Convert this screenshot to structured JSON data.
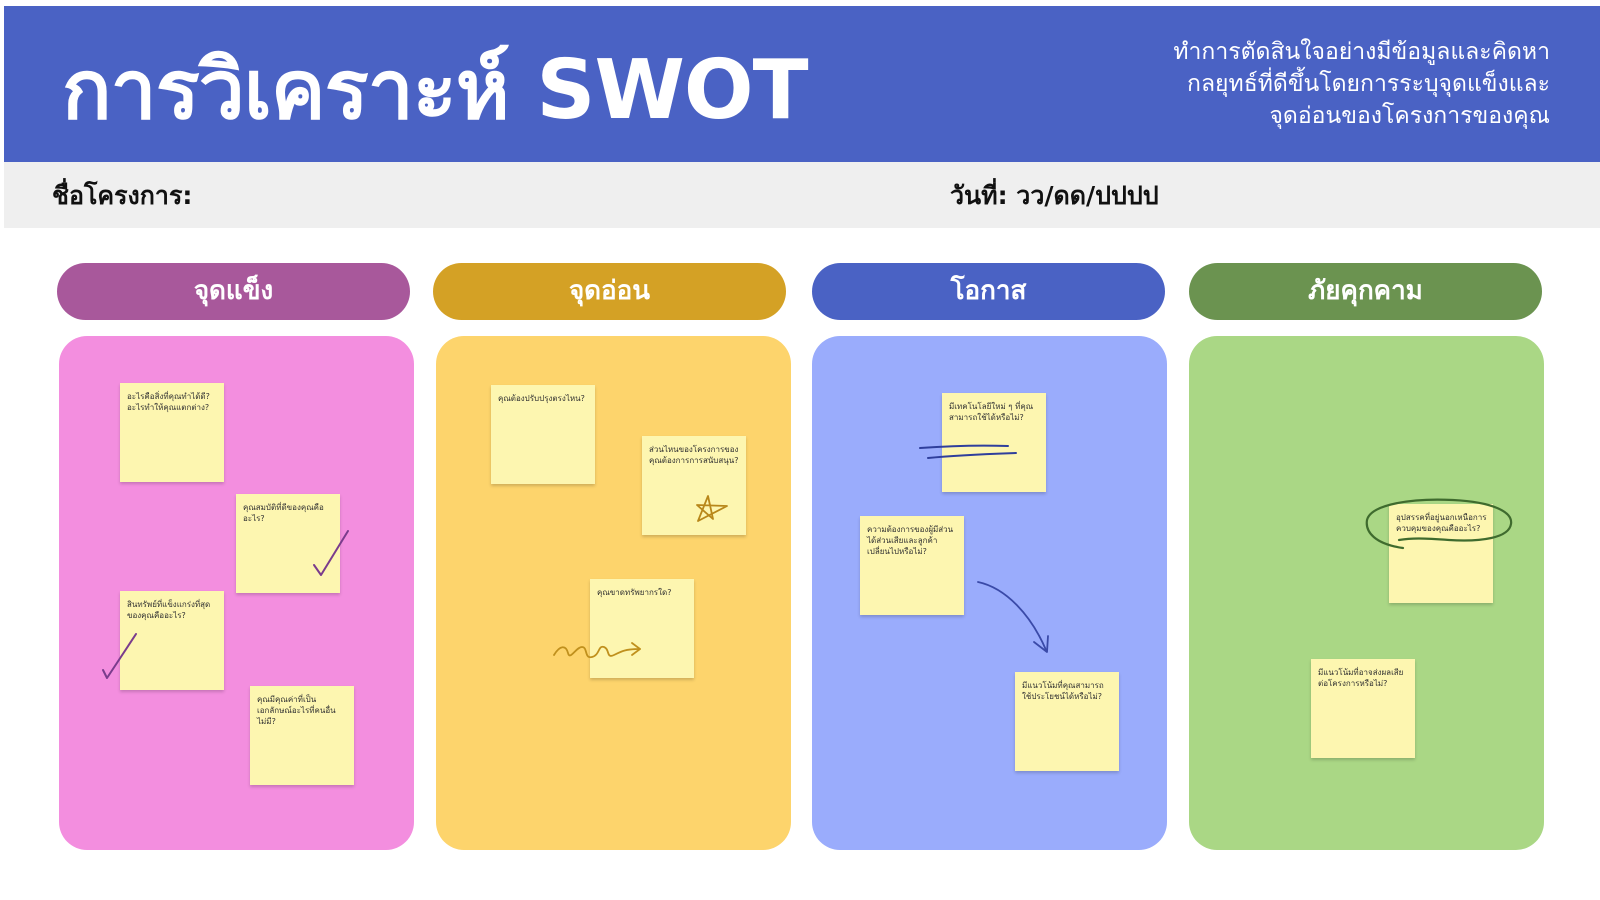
{
  "header": {
    "title": "การวิเคราะห์ SWOT",
    "subtitle_lines": [
      "ทำการตัดสินใจอย่างมีข้อมูลและคิดหา",
      "กลยุทธ์ที่ดีขึ้นโดยการระบุจุดแข็งและ",
      "จุดอ่อนของโครงการของคุณ"
    ]
  },
  "info_bar": {
    "project_label": "ชื่อโครงการ:",
    "date_label": "วันที่: วว/ดด/ปปปป"
  },
  "colors": {
    "header_bg": "#4a62c4",
    "strengths_pill": "#a8589b",
    "strengths_board": "#f38edf",
    "weaknesses_pill": "#d4a125",
    "weaknesses_board": "#fdd46c",
    "opportunities_pill": "#4a62c4",
    "opportunities_board": "#9aacfc",
    "threats_pill": "#6b9350",
    "threats_board": "#aad785",
    "sticky_note": "#fdf6b0"
  },
  "quadrants": [
    {
      "key": "strengths",
      "label": "จุดแข็ง",
      "notes": [
        "อะไรคือสิ่งที่คุณทำได้ดี? อะไรทำให้คุณแตกต่าง?",
        "คุณสมบัติที่ดีของคุณคืออะไร?",
        "สินทรัพย์ที่แข็งแกร่งที่สุดของคุณคืออะไร?",
        "คุณมีคุณค่าที่เป็นเอกลักษณ์อะไรที่คนอื่นไม่มี?"
      ]
    },
    {
      "key": "weaknesses",
      "label": "จุดอ่อน",
      "notes": [
        "คุณต้องปรับปรุงตรงไหน?",
        "ส่วนไหนของโครงการของคุณต้องการการสนับสนุน?",
        "คุณขาดทรัพยากรใด?"
      ]
    },
    {
      "key": "opportunities",
      "label": "โอกาส",
      "notes": [
        "มีเทคโนโลยีใหม่ ๆ ที่คุณสามารถใช้ได้หรือไม่?",
        "ความต้องการของผู้มีส่วนได้ส่วนเสียและลูกค้าเปลี่ยนไปหรือไม่?",
        "มีแนวโน้มที่คุณสามารถใช้ประโยชน์ได้หรือไม่?"
      ]
    },
    {
      "key": "threats",
      "label": "ภัยคุกคาม",
      "notes": [
        "อุปสรรคที่อยู่นอกเหนือการควบคุมของคุณคืออะไร?",
        "มีแนวโน้มที่อาจส่งผลเสียต่อโครงการหรือไม่?"
      ]
    }
  ],
  "doodles": [
    "checkmark-doodle-icon",
    "checkmark-doodle-icon",
    "star-doodle-icon",
    "squiggle-arrow-doodle-icon",
    "strikethrough-doodle-icon",
    "curved-arrow-doodle-icon",
    "circle-highlight-doodle-icon"
  ]
}
